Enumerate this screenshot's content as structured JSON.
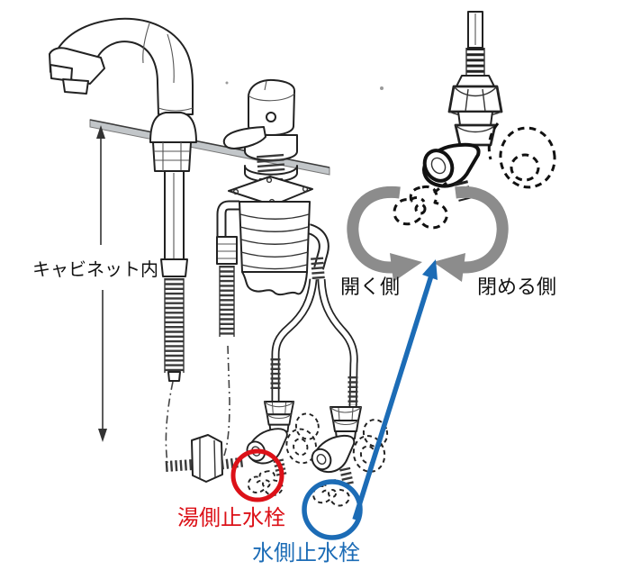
{
  "labels": {
    "cabinet_area": "キャビネット内",
    "open_side": "開く側",
    "close_side": "閉める側",
    "hot_stop_valve": "湯側止水栓",
    "cold_stop_valve": "水側止水栓"
  },
  "colors": {
    "hot": "#dc1118",
    "cold": "#1c6cb6",
    "rotation_gray": "#8c8c8c",
    "counter_gray": "#c2c6c9",
    "line": "#222222"
  }
}
